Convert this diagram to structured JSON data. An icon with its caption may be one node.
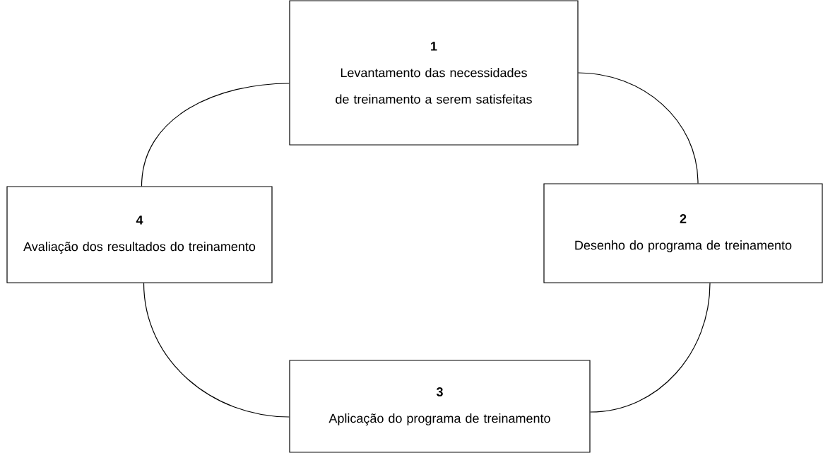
{
  "diagram": {
    "nodes": [
      {
        "text": [
          "1",
          "Levantamento das necessidades de treinamento a serem satisfeitas"
        ]
      },
      {
        "text": [
          "2",
          "Desenho do programa de treinamento"
        ]
      },
      {
        "text": [
          "3",
          "Aplicação do programa de treinamento"
        ]
      },
      {
        "text": [
          "4",
          "Avaliação dos resultados do treinamento"
        ]
      }
    ],
    "edges": [
      {
        "from": 0,
        "to": 1,
        "arrow": "none"
      },
      {
        "from": 1,
        "to": 2,
        "arrow": "none"
      },
      {
        "from": 2,
        "to": 3,
        "arrow": "none"
      },
      {
        "from": 3,
        "to": 0,
        "arrow": "none"
      }
    ]
  }
}
